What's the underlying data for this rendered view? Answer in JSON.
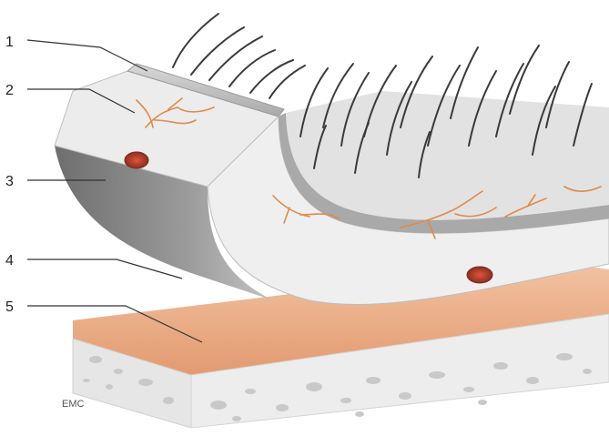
{
  "labels": [
    {
      "number": "1"
    },
    {
      "number": "2"
    },
    {
      "number": "3"
    },
    {
      "number": "4"
    },
    {
      "number": "5"
    }
  ],
  "credit": "EMC",
  "colors": {
    "outer_layer": "#b9b9b9",
    "dermis": "#f1f1f1",
    "side_face": "#8a8a8a",
    "blood_vessel": "#e08a4a",
    "vessel_section": "#c9503a",
    "support_top": "#e8a882",
    "support_body": "#ececec",
    "hair": "#3a3a3a"
  }
}
